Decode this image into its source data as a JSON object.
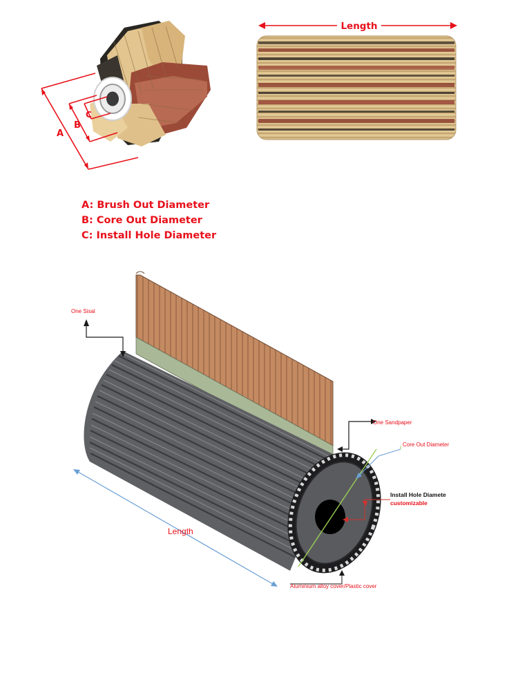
{
  "top_diagram": {
    "label_a": "A",
    "label_b": "B",
    "label_c": "C",
    "length_label": "Length"
  },
  "legend": {
    "a": "A: Brush Out Diameter",
    "b": "B: Core Out Diameter",
    "c": "C: Install Hole Diameter"
  },
  "bottom_diagram": {
    "one_sisal": "One Sisal",
    "one_sandpaper": "One Sandpaper",
    "core_out_diameter": "Core Out Diameter",
    "install_hole": "Install Hole Diamete",
    "customizable": "customizable",
    "length": "Length",
    "cover": "Aluminium alloy cover/Plastic cover"
  },
  "colors": {
    "label_red": "#e8101a",
    "dim_blue": "#6a9fd6",
    "core_gray": "#5a5b5e",
    "sisal": "#c48a62",
    "sandpaper_strip": "#a9b896"
  }
}
